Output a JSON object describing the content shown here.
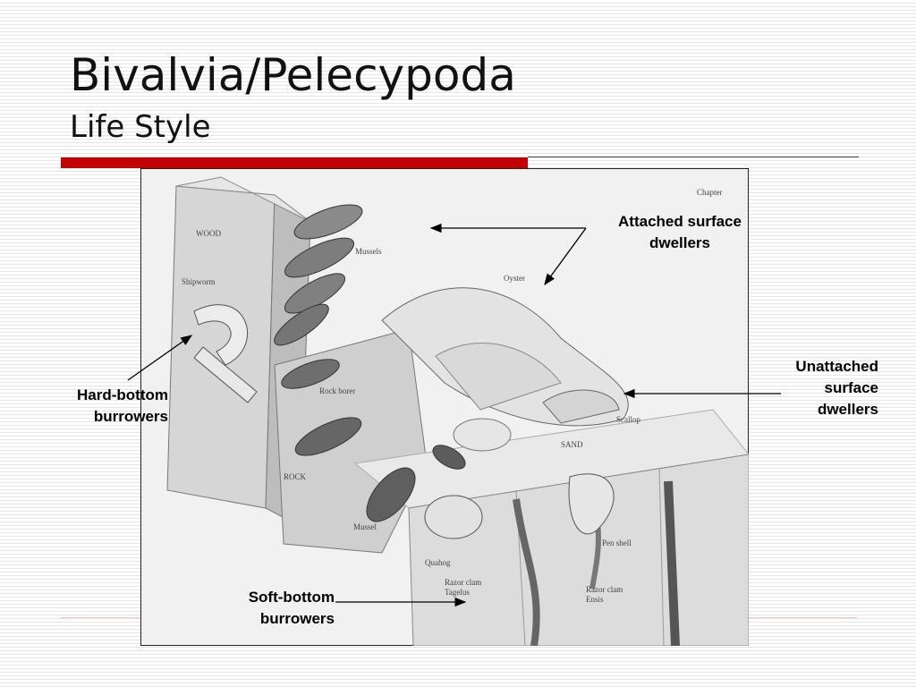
{
  "slide": {
    "title": "Bivalvia/Pelecypoda",
    "subtitle": "Life Style"
  },
  "callouts": {
    "attached": "Attached surface\ndwellers",
    "unattached": "Unattached\nsurface\ndwellers",
    "hard_bottom": "Hard-bottom\nburrowers",
    "soft_bottom": "Soft-bottom\nburrowers"
  },
  "figure_labels": {
    "chapter": "Chapter",
    "wood": "WOOD",
    "shipworm": "Shipworm",
    "mussels": "Mussels",
    "oyster": "Oyster",
    "rock_borer": "Rock borer",
    "scallop": "Scallop",
    "sand": "SAND",
    "rock": "ROCK",
    "mussel": "Mussel",
    "quahog": "Quahog",
    "pen_shell": "Pen shell",
    "razor_clam_1": "Razor clam",
    "razor_clam_1_genus": "Tagelus",
    "razor_clam_2": "Razor clam",
    "razor_clam_2_genus": "Ensis"
  },
  "colors": {
    "accent_red": "#c40000",
    "text": "#111111"
  }
}
